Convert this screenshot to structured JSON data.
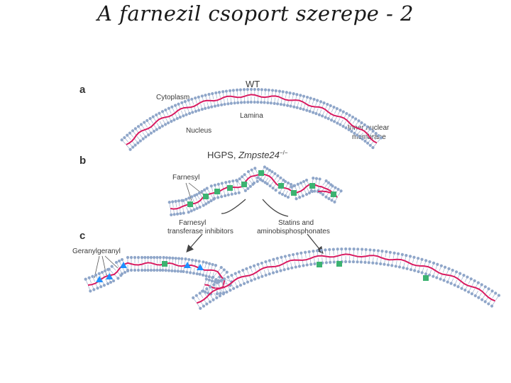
{
  "slide": {
    "title": "A farnezil csoport szerepe - 2"
  },
  "figure": {
    "panel_a": {
      "letter": "a",
      "title": "WT",
      "label_cytoplasm": "Cytoplasm",
      "label_lamina": "Lamina",
      "label_nucleus": "Nucleus",
      "label_membrane_line1": "Inner nuclear",
      "label_membrane_line2": "membrane"
    },
    "panel_b": {
      "letter": "b",
      "title_main": "HGPS, ",
      "title_italic": "Zmpste24",
      "title_sup": "−/−",
      "label_farnesyl": "Farnesyl"
    },
    "treatments": {
      "left_line1": "Farnesyl",
      "left_line2": "transferase inhibitors",
      "right_line1": "Statins and",
      "right_line2": "aminobisphosphonates"
    },
    "panel_c": {
      "letter": "c",
      "label_geranylgeranyl": "Geranylgeranyl"
    },
    "colors": {
      "lamina": "#d81b60",
      "lipid_head": "#8fa6c9",
      "farnesyl": "#3cb371",
      "geranylgeranyl": "#1e90ff"
    }
  }
}
